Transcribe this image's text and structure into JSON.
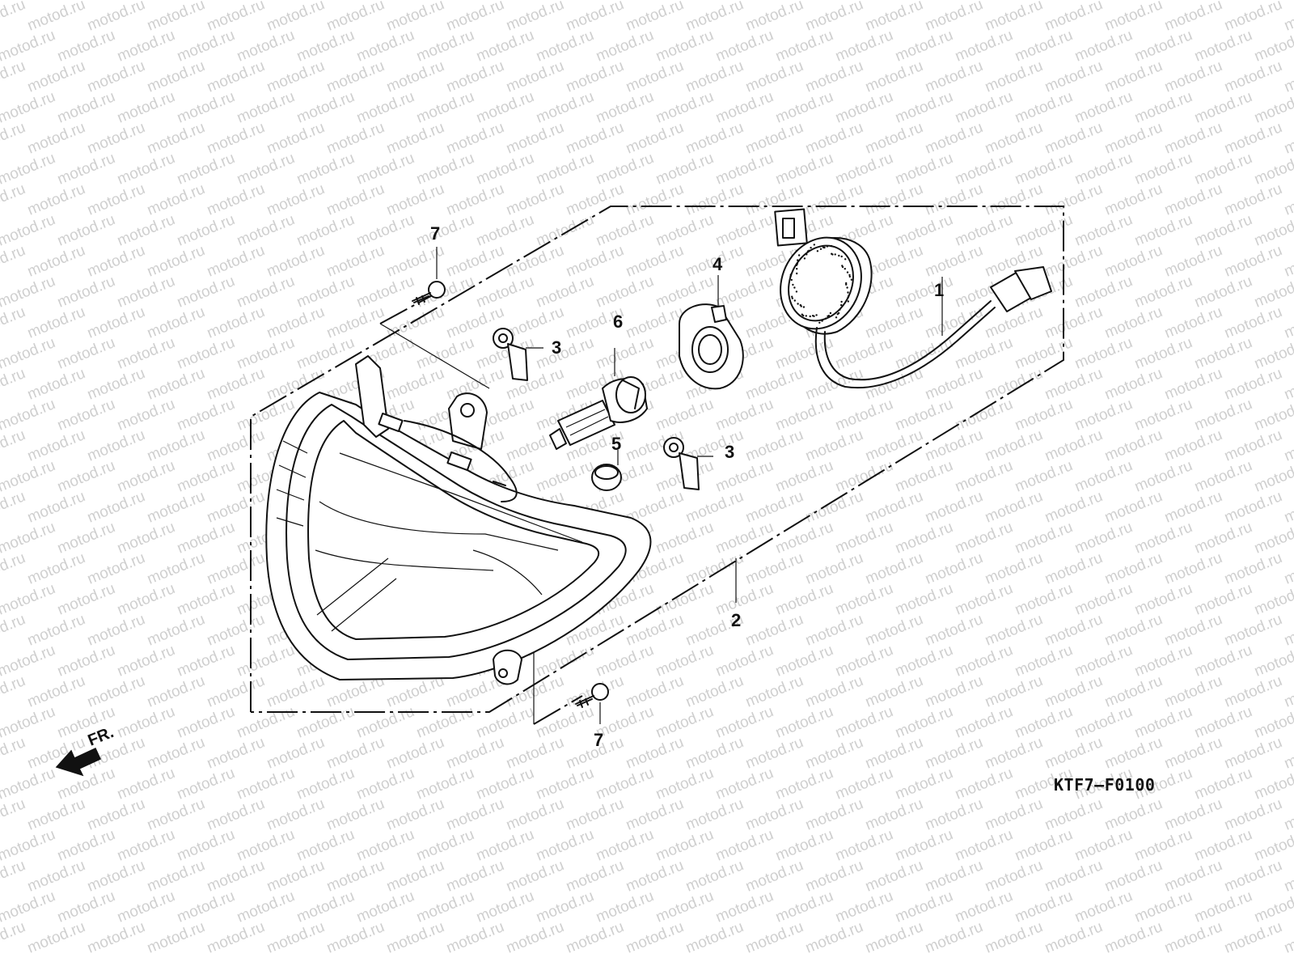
{
  "diagram": {
    "watermark_text": "motod.ru",
    "code": "KTF7—F0100",
    "direction_label": "FR.",
    "callouts": {
      "c1": "1",
      "c2": "2",
      "c3a": "3",
      "c3b": "3",
      "c4": "4",
      "c5": "5",
      "c6": "6",
      "c7a": "7",
      "c7b": "7"
    },
    "ink_color": "#111111",
    "watermark_color": "#cfcfcf"
  }
}
